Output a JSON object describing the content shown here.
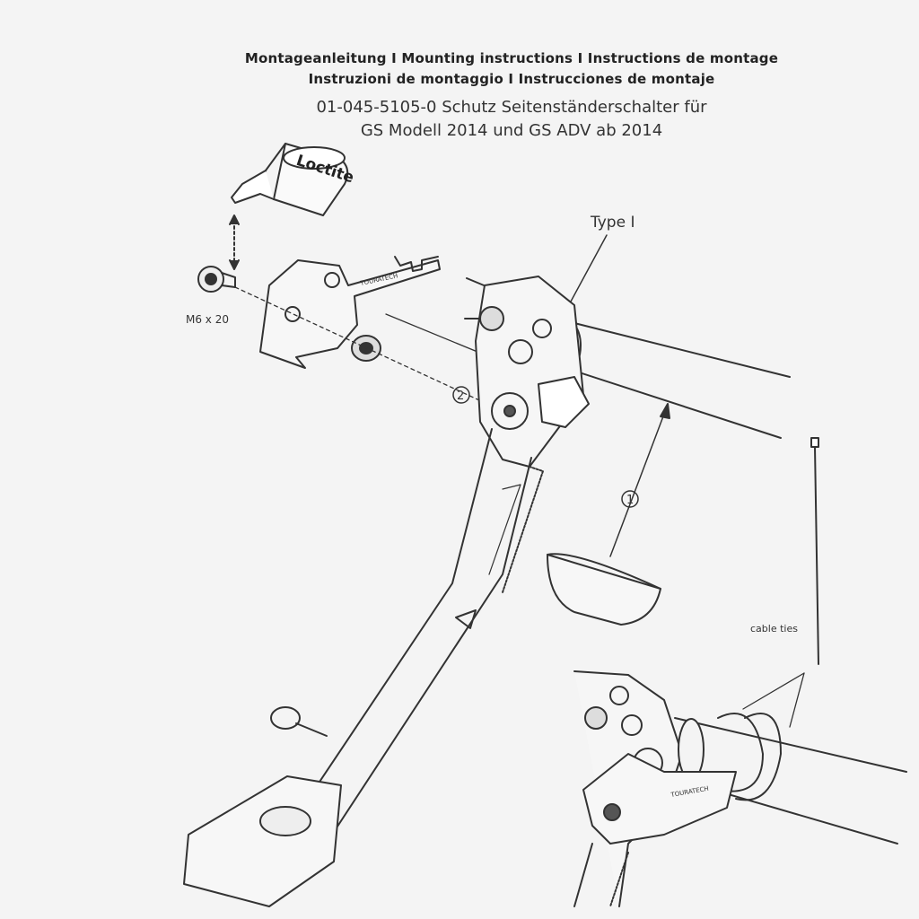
{
  "header": {
    "line1": "Montageanleitung  I  Mounting instructions  I  Instructions de montage",
    "line2": "Instruzioni de montaggio  I  Instrucciones  de  montaje",
    "line3": "01-045-5105-0 Schutz Seitenständerschalter für",
    "line4": "GS Modell 2014 und GS ADV ab 2014"
  },
  "labels": {
    "loctite": "Loctite",
    "bolt": "M6 x 20",
    "type": "Type I",
    "callout_1": "1",
    "callout_2": "2",
    "cable_ties": "cable ties",
    "brand": "TOURATECH"
  }
}
